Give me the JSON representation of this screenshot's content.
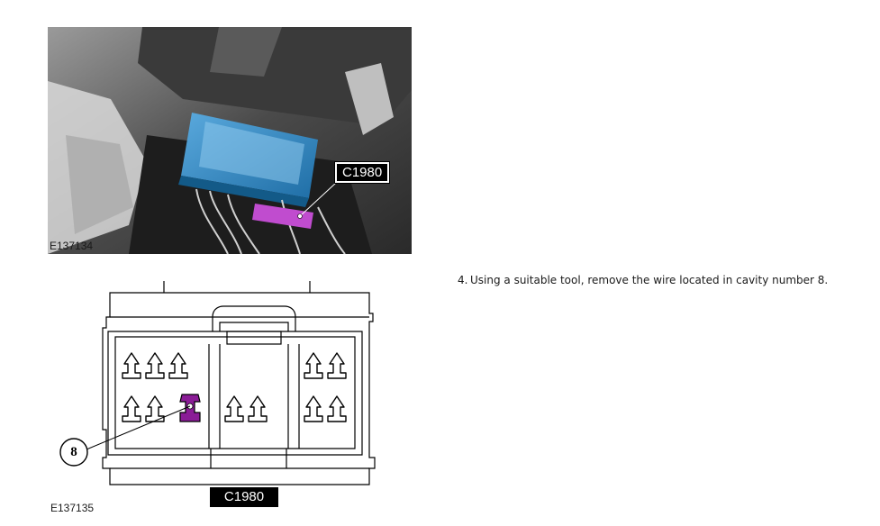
{
  "figure1": {
    "caption": "E137134",
    "callout": "C1980"
  },
  "figure2": {
    "caption": "E137135",
    "callout": "C1980",
    "cavity_number": "8"
  },
  "step": {
    "number": "4.",
    "text": "Using a suitable tool, remove the wire located in cavity number 8."
  },
  "colors": {
    "module": "#3d8fc6",
    "highlight": "#9b1fa7",
    "label_bg": "#000000"
  }
}
